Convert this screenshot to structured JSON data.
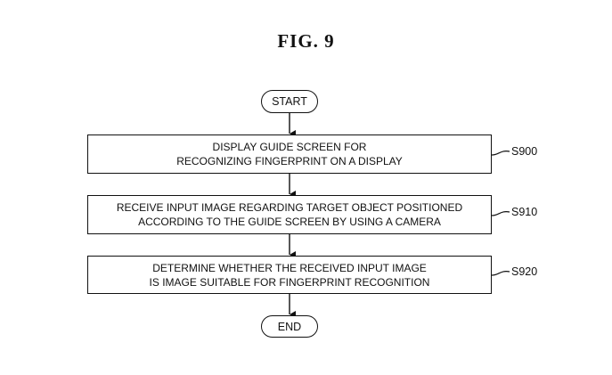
{
  "figure": {
    "title": "FIG. 9"
  },
  "flowchart": {
    "start_label": "START",
    "end_label": "END",
    "steps": [
      {
        "ref": "S900",
        "lines": [
          "DISPLAY GUIDE SCREEN FOR",
          "RECOGNIZING FINGERPRINT ON A DISPLAY"
        ]
      },
      {
        "ref": "S910",
        "lines": [
          "RECEIVE INPUT IMAGE REGARDING TARGET OBJECT POSITIONED",
          "ACCORDING TO THE GUIDE SCREEN BY USING A CAMERA"
        ]
      },
      {
        "ref": "S920",
        "lines": [
          "DETERMINE WHETHER THE RECEIVED INPUT IMAGE",
          "IS IMAGE SUITABLE FOR FINGERPRINT RECOGNITION"
        ]
      }
    ]
  }
}
